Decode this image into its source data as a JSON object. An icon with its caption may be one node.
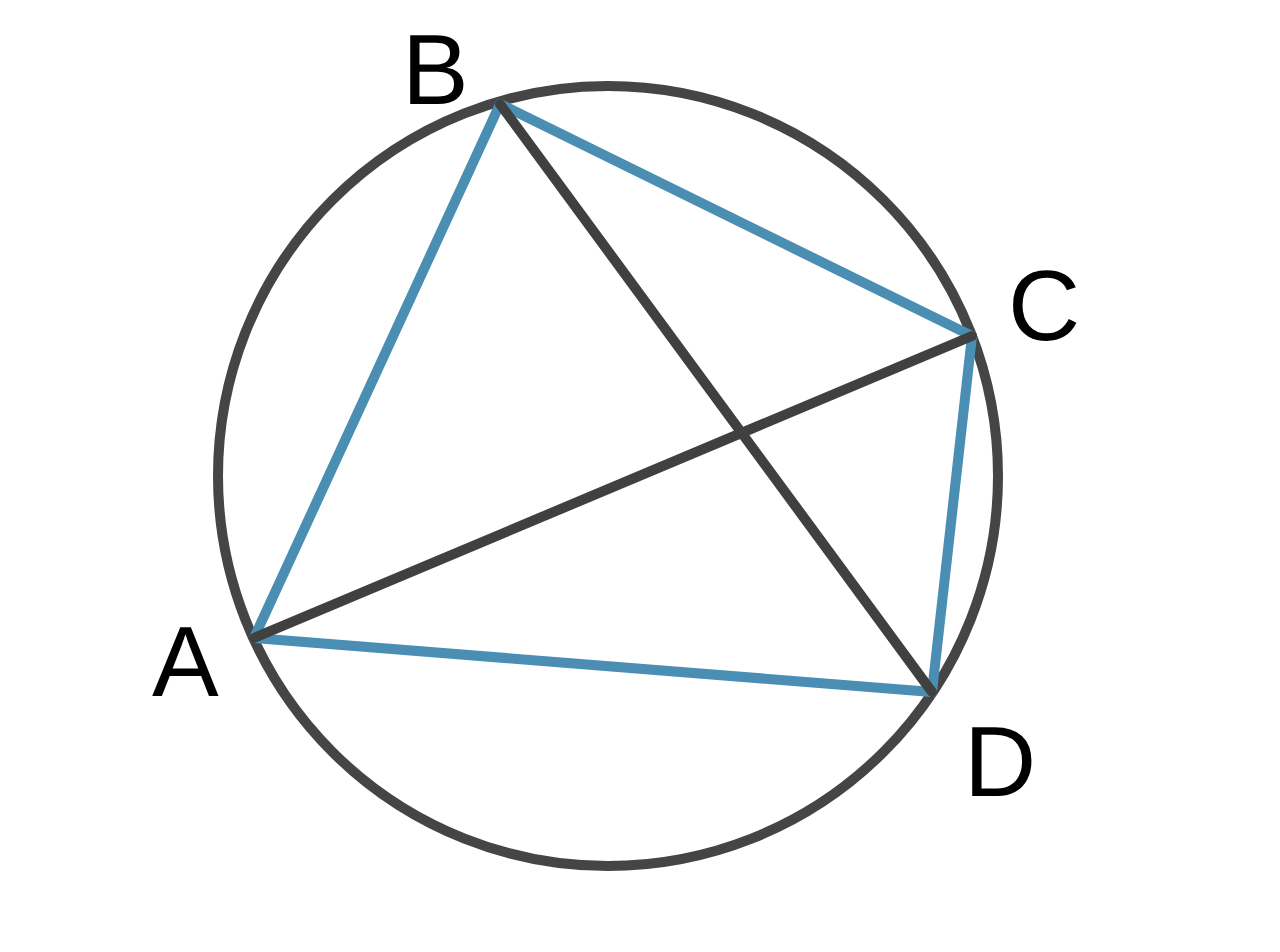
{
  "diagram": {
    "nodes": [
      {
        "text": [
          "B"
        ]
      },
      {
        "text": [
          "C"
        ]
      },
      {
        "text": [
          "A"
        ]
      },
      {
        "text": [
          "D"
        ]
      }
    ],
    "edges": [
      {
        "from": 2,
        "to": 0,
        "arrow": "none"
      },
      {
        "from": 0,
        "to": 1,
        "arrow": "none"
      },
      {
        "from": 1,
        "to": 3,
        "arrow": "none"
      },
      {
        "from": 3,
        "to": 2,
        "arrow": "none"
      },
      {
        "from": 2,
        "to": 1,
        "arrow": "none",
        "color": "#404040"
      },
      {
        "from": 0,
        "to": 3,
        "arrow": "none",
        "color": "#404040"
      }
    ]
  }
}
